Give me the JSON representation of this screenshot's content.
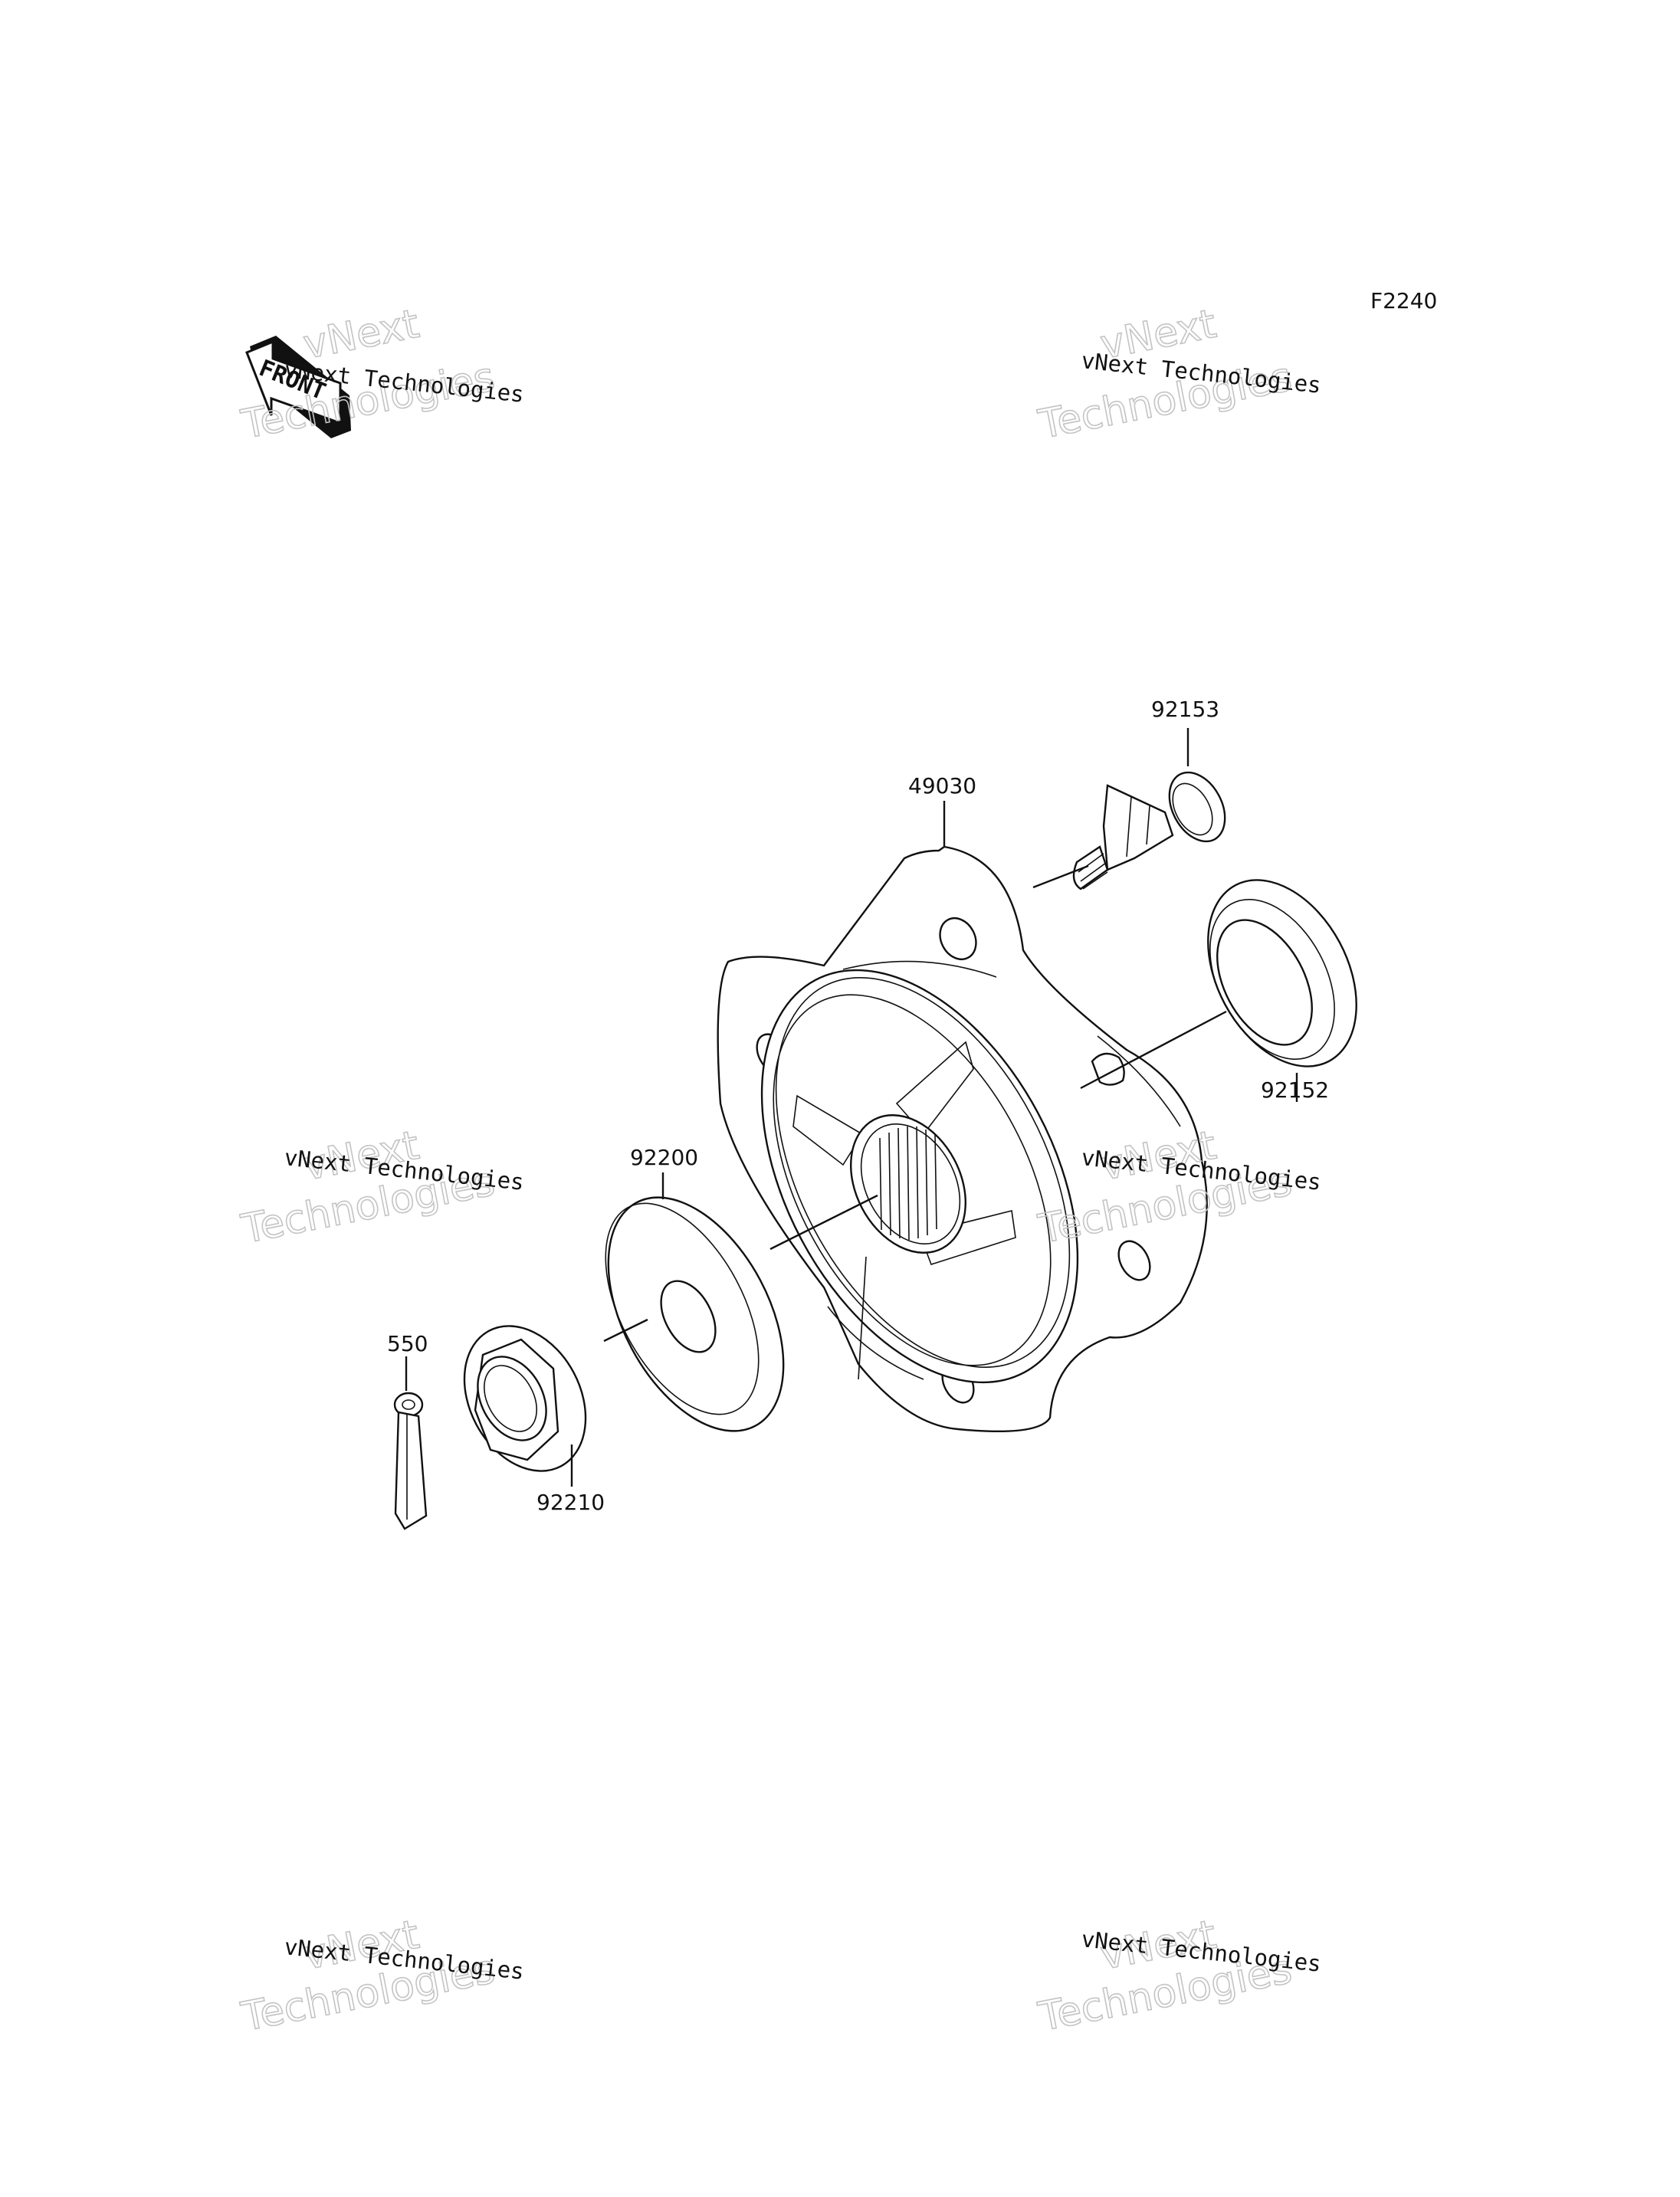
{
  "diagram": {
    "code": "F2240",
    "front_label": "FRONT",
    "watermark": {
      "brand": "vNext",
      "word": "Technologies",
      "line": "vNext Technologies"
    },
    "parts": [
      {
        "id": "49030"
      },
      {
        "id": "92153"
      },
      {
        "id": "92152"
      },
      {
        "id": "92200"
      },
      {
        "id": "550"
      },
      {
        "id": "92210"
      }
    ]
  }
}
